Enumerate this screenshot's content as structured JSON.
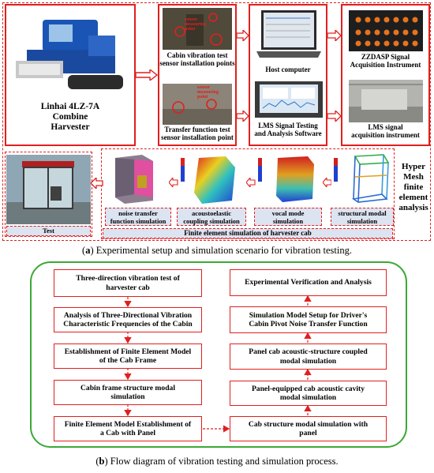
{
  "panel_a": {
    "harvester_label": "Linhai 4LZ-7A\nCombine\nHarvester",
    "cabin_sensor_label": "Cabin vibration test\nsensor installation points",
    "transfer_sensor_label": "Transfer function test\nsensor installation point",
    "host_label": "Host computer",
    "lms_software_label": "LMS Signal Testing\nand Analysis Software",
    "zzdasp_label": "ZZDASP Signal\nAcquisition Instrument",
    "lms_instrument_label": "LMS signal\nacquisition instrument",
    "sensor_mark_1": "sensor\nmeasuring\npoint",
    "sensor_mark_2": "sensor\nmeasuring\npoint",
    "hypermesh_label": "Hyper\nMesh\nfinite\nelement\nanalysis",
    "sim_labels": {
      "noise": "noise transfer\nfunction simulation",
      "acoustic": "acoustoelastic\ncoupling simulation",
      "vocal": "vocal mode\nsimulation",
      "structural": "structural modal\nsimulation"
    },
    "test_label": "Test",
    "fe_label": "Finite element simulation of harvester cab",
    "caption_letter": "a",
    "caption_text": "Experimental setup and simulation scenario for vibration testing."
  },
  "panel_b": {
    "left_nodes": [
      "Three-direction vibration test of\nharvester cab",
      "Analysis of Three-Directional Vibration\nCharacteristic Frequencies of the Cabin",
      "Establishment of Finite Element Model\nof the Cab Frame",
      "Cabin frame structure modal\nsimulation",
      "Finite Element Model Establishment of\na Cab with Panel"
    ],
    "right_nodes": [
      "Experimental Verification and Analysis",
      "Simulation Model Setup for Driver's\nCabin Pivot Noise Transfer Function",
      "Panel cab acoustic-structure coupled\nmodal simulation",
      "Panel-equipped cab acoustic cavity\nmodal simulation",
      "Cab structure modal simulation with\npanel"
    ],
    "caption_letter": "b",
    "caption_text": "Flow diagram of vibration testing and simulation process."
  },
  "colors": {
    "accent_red": "#e0201f",
    "flow_green": "#3aa935",
    "sim_bar_blue": "#dce3f1"
  }
}
